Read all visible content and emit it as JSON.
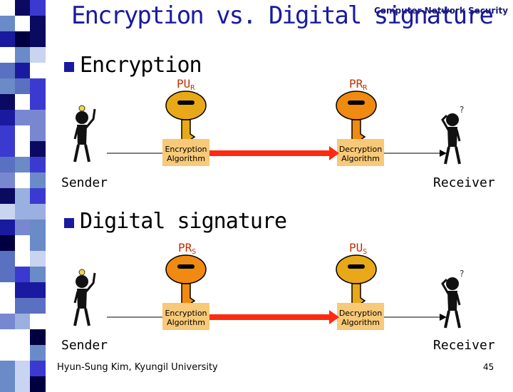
{
  "slide": {
    "title": "Encryption vs. Digital signature",
    "header_right": "Computer Network Security",
    "footer": "Hyun-Sung Kim, Kyungil University",
    "page_number": "45"
  },
  "sections": [
    {
      "heading": "Encryption",
      "key1": {
        "main": "PU",
        "sub": "R"
      },
      "key2": {
        "main": "PR",
        "sub": "R"
      },
      "algo1": [
        "Encryption",
        "Algorithm"
      ],
      "algo2": [
        "Decryption",
        "Algorithm"
      ],
      "sender": "Sender",
      "receiver": "Receiver"
    },
    {
      "heading": "Digital signature",
      "key1": {
        "main": "PR",
        "sub": "S"
      },
      "key2": {
        "main": "PU",
        "sub": "S"
      },
      "algo1": [
        "Encryption",
        "Algorithm"
      ],
      "algo2": [
        "Decryption",
        "Algorithm"
      ],
      "sender": "Sender",
      "receiver": "Receiver"
    }
  ],
  "colors": {
    "title": "#1a1aa0",
    "key_orange": "#f08a10",
    "key_yellow": "#e8a818",
    "arrow_red": "#ff2a10",
    "algo_box": "#f7c978"
  }
}
